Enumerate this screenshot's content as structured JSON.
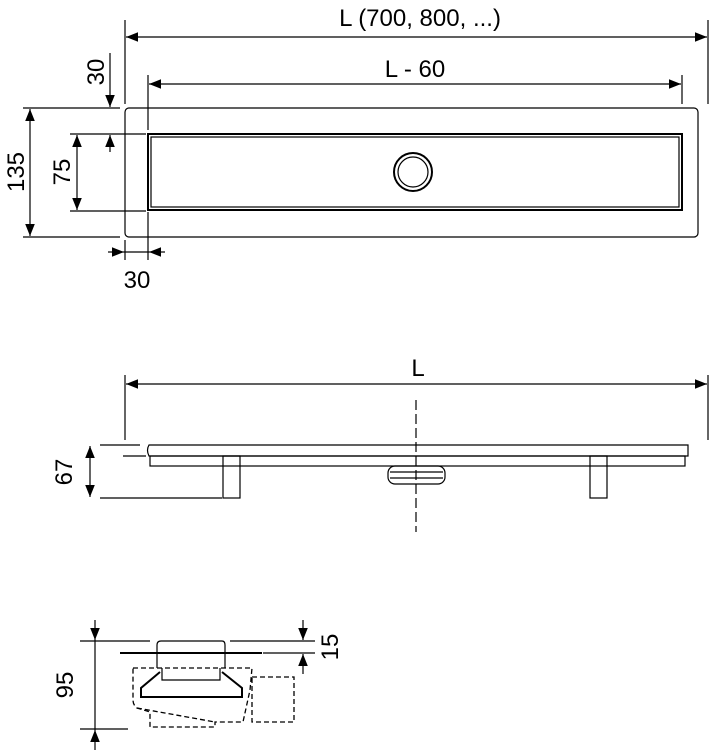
{
  "top_view": {
    "overall_length_label": "L (700, 800, ...)",
    "grate_length_label": "L - 60",
    "overall_width_label": "135",
    "grate_width_label": "75",
    "side_margin_top_label": "30",
    "end_margin_label": "30"
  },
  "side_view": {
    "length_label": "L",
    "height_label": "67"
  },
  "section_view": {
    "total_height_label": "95",
    "grate_height_label": "15"
  }
}
